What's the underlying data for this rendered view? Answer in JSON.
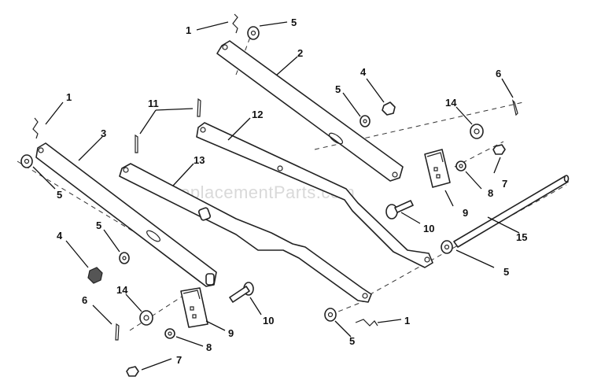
{
  "watermark": "eReplacementParts.com",
  "callouts": {
    "c1_top": "1",
    "c5_top": "5",
    "c2": "2",
    "c4_mid": "4",
    "c5_mid": "5",
    "c6_right": "6",
    "c14_right": "14",
    "c7_right": "7",
    "c8_right": "8",
    "c9_right": "9",
    "c10_right": "10",
    "c12": "12",
    "c11": "11",
    "c13": "13",
    "c1_left": "1",
    "c3": "3",
    "c5_left": "5",
    "c4_left": "4",
    "c5_left2": "5",
    "c15": "15",
    "c5_right": "5",
    "c6_left": "6",
    "c14_left": "14",
    "c10_left": "10",
    "c9_left": "9",
    "c8_left": "8",
    "c7_left": "7",
    "c1_bottom": "1",
    "c5_bottom": "5"
  }
}
